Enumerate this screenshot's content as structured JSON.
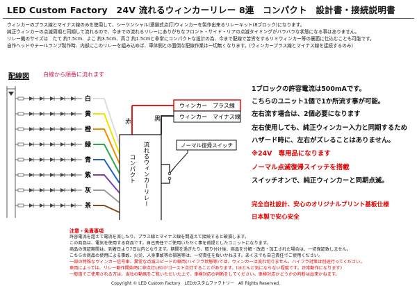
{
  "title": "LED Custom Factory　24V 流れるウィンカーリレー 8連　コンパクト　設計書・接続説明書",
  "intro": [
    "ウィンカーのプラス線とマイナス線のみを使用して、シーケンシャル(連鎖式点灯)ウィンカーを製作出来るリレーキット(8ブロック)になります。",
    "純正ウィンカーの点滅周期と同期して流れるので、今までの流れるリレーにありがちなフロント・サイド・リアの点滅タイミングがバラバラな状態になる事はありません。",
    "リレー機のサイズは　たて 約7.5cm、よこ 約3.5cm、高さ 約1.5cmと非常にコンパクトな設計の為、今まで配線で苦労をするリミウィンカー等の裏面に仕込むことも可能です。",
    "自作ヘッドやテールランプ製作時、内部にこのリレーを組み込めば、車体側との面倒な配線作業は一切無くなります。(ウィンカープラス線とマイナス線を接続するのみ)"
  ],
  "wiring": {
    "label": "配線図",
    "subtitle": "白線から順番に流れます",
    "wire_colors": [
      "白",
      "黄",
      "橙",
      "緑",
      "青",
      "紫",
      "灰",
      "茶"
    ],
    "red_label": "赤",
    "black_label": "黒",
    "plus_label": "ウィンカー　プラス線",
    "minus_label": "ウィンカー　マイナス線",
    "switch_label": "ノーマル復帰スイッチ",
    "relay_col1": "流れるウィンカーリレー",
    "relay_col2": "コンパクト"
  },
  "specs": [
    "1ブロックの許容電流は500mAです。",
    "こちらのユニット1個で1か所流す事が可能。",
    "左右流す場合は、2個必要になります",
    "左右使用しても、純正ウィンカー入力と同期するため",
    "ハザード時に、左右がズレることはありません。",
    "※24V　専用品になります",
    "ノーマル点滅復帰スイッチを搭載",
    "スイッチオンで、純正ウィンカーと同期点滅。",
    "完全自社設計、安心のオリジナルプリント基板仕様",
    "日本製で安心安全"
  ],
  "notes": {
    "title": "注意・免責事項",
    "lines": [
      "許容電流を超えて電流を流したり、プラス線とマイナス線を間違えて接続すると破損します。",
      "この商品は、電気を使用する商品です。自己責任でご使用いただく事を前提としたユニットになります。",
      "商品の保証期間は、到着日より7日以内となります。期間を過ぎたり、取り付け後、商品を分解・改造・加工された場合は、一切保証致しません。",
      "こちらの商品の使用による事故、火災、人身事故等の損害等は、一切責任を負いかねます。あくまでも自己責任でご使用ください。",
      "一部の特殊なウィンカー信号車、異常な点滅スピードの車両(ハイフラ状態等)では、ウィンカーは流れ切りません。ハイフラ対策は別途行ってください。",
      "車両によっては、リレー動作開始時に非点灯LEDがゴースト点灯することがあります。(ほとんど気にならない程度です。正常動作になります)",
      "一般道でご使用される方は、当社の動画をご覧いただいた上で、車検対応の判断をしてください。車検対応かどうかの判断は出来かねます。"
    ]
  },
  "copyright": "Copyright © LED Custom Factory　LEDカスタムファクトリー　All Rights Reserved.",
  "colors": {
    "white_wire": "#dddddd",
    "yellow_wire": "#f2e200",
    "orange_wire": "#f08a00",
    "green_wire": "#2ea84a",
    "blue_wire": "#1f5fc8",
    "purple_wire": "#7b3fb0",
    "gray_wire": "#9a9a9a",
    "brown_wire": "#8a4a1a",
    "red_wire": "#e00000",
    "accent_red": "#e00000"
  }
}
